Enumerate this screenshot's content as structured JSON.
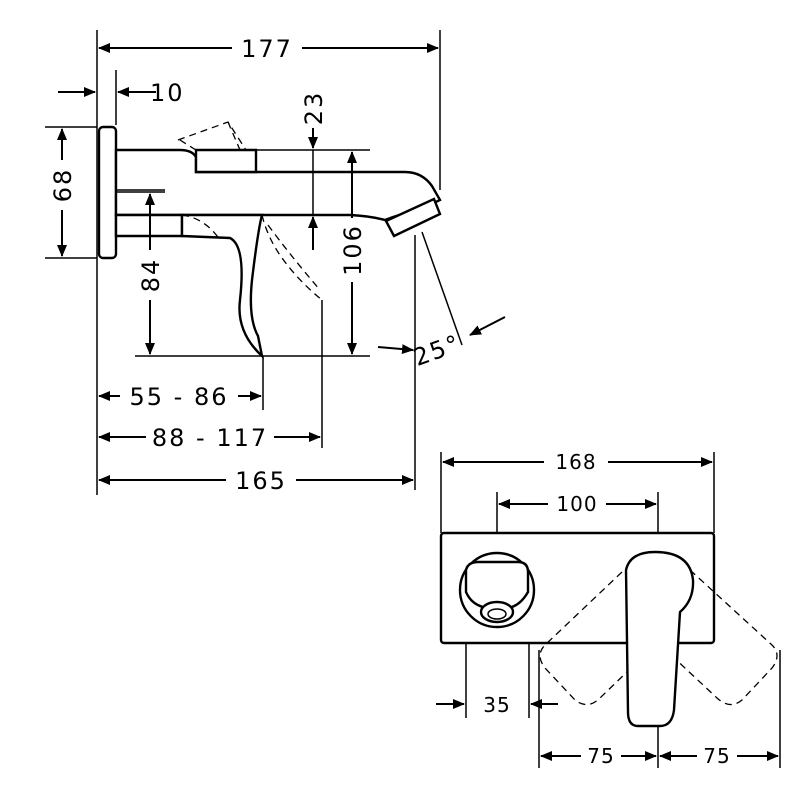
{
  "side_view": {
    "dim_overall_length": "177",
    "dim_plate_thickness": "10",
    "dim_plate_height": "68",
    "dim_spout_height": "23",
    "dim_handle_height": "84",
    "dim_outlet_height": "106",
    "dim_handle_reach": "55 - 86",
    "dim_handle_reach_max": "88 - 117",
    "dim_spout_projection": "165",
    "dim_outlet_angle": "25°"
  },
  "front_view": {
    "dim_plate_width": "168",
    "dim_center_distance": "100",
    "dim_outlet_offset": "35",
    "dim_swing_left": "75",
    "dim_swing_right": "75"
  }
}
